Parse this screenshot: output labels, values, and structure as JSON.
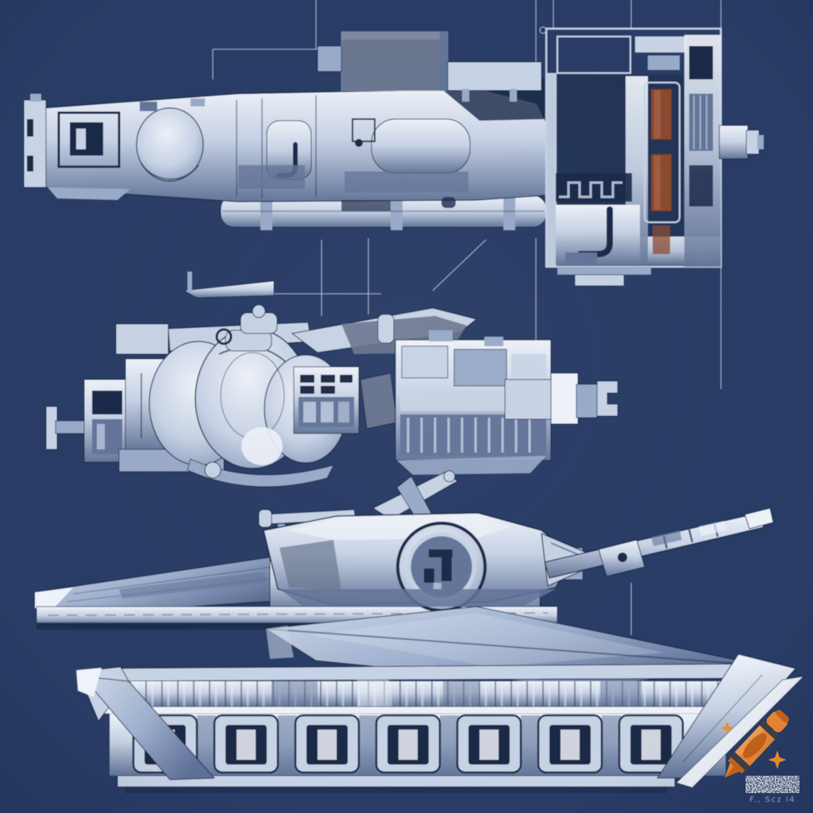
{
  "scene": {
    "style": "blueprint-concept-art",
    "subject": "futuristic armored tank, four stacked orthographic blueprint views",
    "views": [
      {
        "id": "plan-view",
        "label": "top plan view with sectioned breech housing"
      },
      {
        "id": "turret-assembly-view",
        "label": "turret drive assembly side view"
      },
      {
        "id": "tank-side-view",
        "label": "tank side view with long main gun"
      },
      {
        "id": "hull-side-view",
        "label": "tracked hull side elevation"
      }
    ]
  },
  "colors": {
    "bg": "#293d66",
    "ink_bright": "#eef2f9",
    "ink_light": "#c8d3e6",
    "ink_mid": "#9aabc9",
    "ink_shadow": "#64769a",
    "ink_dark": "#1b2a49",
    "panel_grey": "#6b7790",
    "panel_grey_light": "#7e8aa2",
    "copper": "#8a4c33",
    "copper_light": "#a86245",
    "crayon_orange": "#ed8936",
    "crayon_orange_dark": "#c9651d",
    "crayon_highlight": "#f5a75a",
    "crayon_stripe": "#3e4147",
    "sparkle_orange": "#f2932b",
    "stamp_white": "#e9edf4"
  },
  "watermark": {
    "icon": "crayon-icon",
    "sparkle_count": 2,
    "stamp": "noise-stamp",
    "garbled_text": "F., Scz i4"
  }
}
